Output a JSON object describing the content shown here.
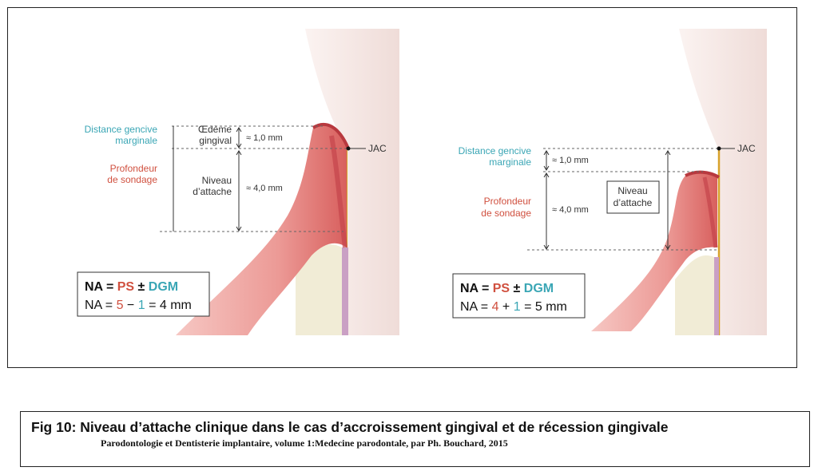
{
  "left_panel": {
    "label_dgm_line1": "Distance gencive",
    "label_dgm_line2": "marginale",
    "label_ps_line1": "Profondeur",
    "label_ps_line2": "de sondage",
    "label_oedeme_line1": "Œdème",
    "label_oedeme_line2": "gingival",
    "label_na_line1": "Niveau",
    "label_na_line2": "d’attache",
    "measure_top": "≈ 1,0 mm",
    "measure_bottom": "≈ 4,0 mm",
    "jac": "JAC",
    "formula": {
      "na": "NA = ",
      "ps": "PS",
      "pm": " ± ",
      "dgm": "DGM"
    },
    "calc": {
      "prefix": "NA = ",
      "a": "5",
      "op": " − ",
      "b": "1",
      "result": " = 4 mm"
    }
  },
  "right_panel": {
    "label_dgm_line1": "Distance gencive",
    "label_dgm_line2": "marginale",
    "label_ps_line1": "Profondeur",
    "label_ps_line2": "de sondage",
    "label_na_line1": "Niveau",
    "label_na_line2": "d’attache",
    "measure_top": "≈ 1,0 mm",
    "measure_bottom": "≈ 4,0 mm",
    "jac": "JAC",
    "formula": {
      "na": "NA = ",
      "ps": "PS",
      "pm": " ± ",
      "dgm": "DGM"
    },
    "calc": {
      "prefix": "NA = ",
      "a": "4",
      "op": " + ",
      "b": "1",
      "result": " = 5 mm"
    }
  },
  "caption": {
    "title": "Fig 10: Niveau d’attache clinique dans le cas d’accroissement gingival et de récession gingivale",
    "source": "Parodontologie et Dentisterie implantaire, volume 1:Medecine parodontale, par Ph. Bouchard, 2015"
  },
  "colors": {
    "teal": "#3aa6b5",
    "red": "#d0503f",
    "gum": "#e8898a",
    "tooth": "#f6ece9",
    "enamel": "#e2a020"
  }
}
